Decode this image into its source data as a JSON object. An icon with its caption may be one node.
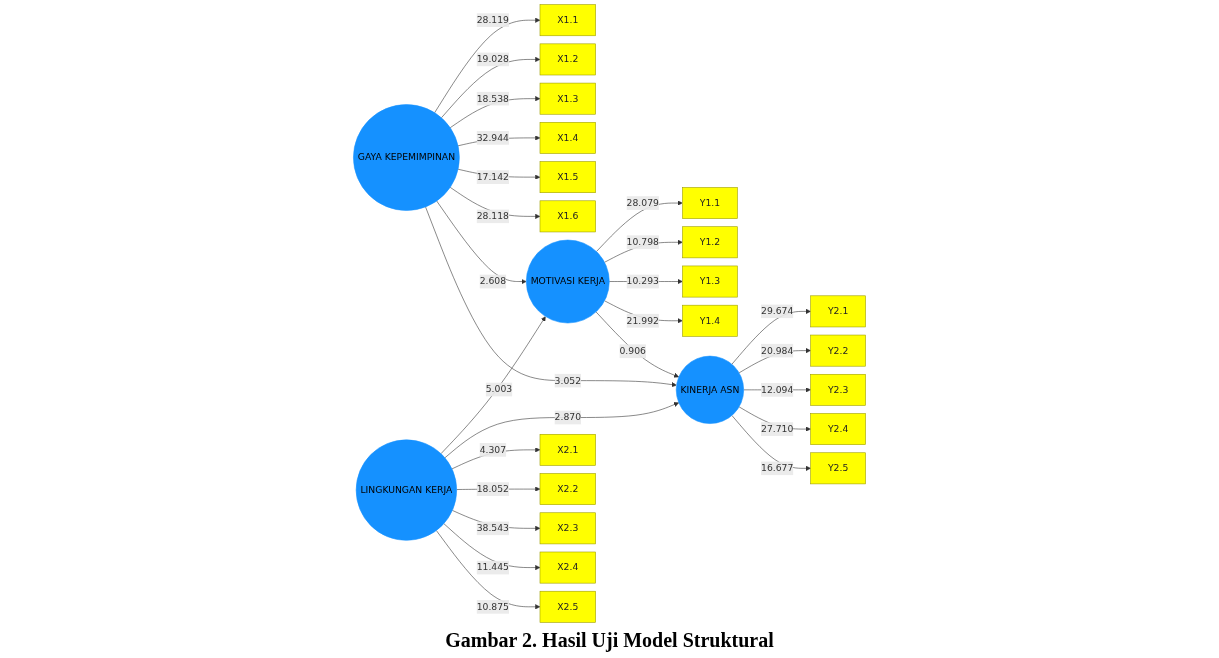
{
  "diagram": {
    "caption": "Gambar 2. Hasil Uji Model Struktural",
    "nodes": [
      {
        "text": [
          "X1.1"
        ]
      },
      {
        "text": [
          "X1.2"
        ]
      },
      {
        "text": [
          "X1.3"
        ]
      },
      {
        "text": [
          "X1.4"
        ]
      },
      {
        "text": [
          "X1.5"
        ]
      },
      {
        "text": [
          "X1.6"
        ]
      },
      {
        "text": [
          "GAYA KEPEMIMPINAN"
        ]
      },
      {
        "text": [
          "Y1.1"
        ]
      },
      {
        "text": [
          "Y1.2"
        ]
      },
      {
        "text": [
          "Y1.3"
        ]
      },
      {
        "text": [
          "Y1.4"
        ]
      },
      {
        "text": [
          "MOTIVASI KERJA"
        ]
      },
      {
        "text": [
          "KINERJA ASN"
        ]
      },
      {
        "text": [
          "Y2.1"
        ]
      },
      {
        "text": [
          "Y2.2"
        ]
      },
      {
        "text": [
          "Y2.3"
        ]
      },
      {
        "text": [
          "Y2.4"
        ]
      },
      {
        "text": [
          "Y2.5"
        ]
      },
      {
        "text": [
          "X2.1"
        ]
      },
      {
        "text": [
          "X2.2"
        ]
      },
      {
        "text": [
          "X2.3"
        ]
      },
      {
        "text": [
          "X2.4"
        ]
      },
      {
        "text": [
          "X2.5"
        ]
      },
      {
        "text": [
          "LINGKUNGAN KERJA"
        ]
      }
    ],
    "edges": [
      {
        "from": 6,
        "to": 0,
        "arrow": "to",
        "label": "28.119"
      },
      {
        "from": 6,
        "to": 1,
        "arrow": "to",
        "label": "19.028"
      },
      {
        "from": 6,
        "to": 2,
        "arrow": "to",
        "label": "18.538"
      },
      {
        "from": 6,
        "to": 3,
        "arrow": "to",
        "label": "32.944"
      },
      {
        "from": 6,
        "to": 4,
        "arrow": "to",
        "label": "17.142"
      },
      {
        "from": 6,
        "to": 5,
        "arrow": "to",
        "label": "28.118"
      },
      {
        "from": 11,
        "to": 7,
        "arrow": "to",
        "label": "28.079"
      },
      {
        "from": 11,
        "to": 8,
        "arrow": "to",
        "label": "10.798"
      },
      {
        "from": 11,
        "to": 9,
        "arrow": "to",
        "label": "10.293"
      },
      {
        "from": 11,
        "to": 10,
        "arrow": "to",
        "label": "21.992"
      },
      {
        "from": 6,
        "to": 11,
        "arrow": "to",
        "label": "2.608"
      },
      {
        "from": 6,
        "to": 12,
        "arrow": "to",
        "label": "3.052"
      },
      {
        "from": 11,
        "to": 12,
        "arrow": "to",
        "label": "0.906"
      },
      {
        "from": 23,
        "to": 11,
        "arrow": "to",
        "label": "5.003"
      },
      {
        "from": 23,
        "to": 12,
        "arrow": "to",
        "label": "2.870"
      },
      {
        "from": 12,
        "to": 13,
        "arrow": "to",
        "label": "29.674"
      },
      {
        "from": 12,
        "to": 14,
        "arrow": "to",
        "label": "20.984"
      },
      {
        "from": 12,
        "to": 15,
        "arrow": "to",
        "label": "12.094"
      },
      {
        "from": 12,
        "to": 16,
        "arrow": "to",
        "label": "27.710"
      },
      {
        "from": 12,
        "to": 17,
        "arrow": "to",
        "label": "16.677"
      },
      {
        "from": 23,
        "to": 18,
        "arrow": "to",
        "label": "4.307"
      },
      {
        "from": 23,
        "to": 19,
        "arrow": "to",
        "label": "18.052"
      },
      {
        "from": 23,
        "to": 20,
        "arrow": "to",
        "label": "38.543"
      },
      {
        "from": 23,
        "to": 21,
        "arrow": "to",
        "label": "11.445"
      },
      {
        "from": 23,
        "to": 22,
        "arrow": "to",
        "label": "10.875"
      }
    ]
  }
}
